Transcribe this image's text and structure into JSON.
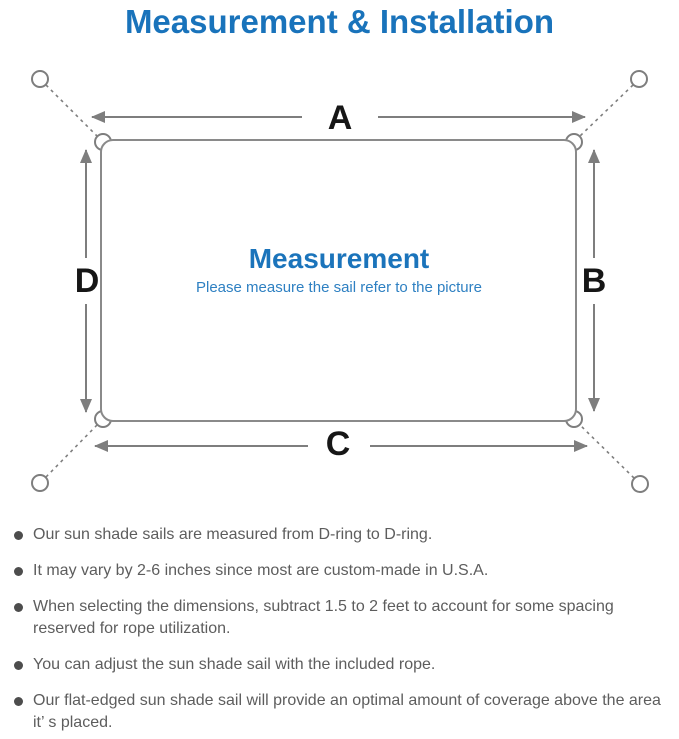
{
  "title": "Measurement & Installation",
  "diagram": {
    "labels": {
      "top": "A",
      "right": "B",
      "bottom": "C",
      "left": "D"
    },
    "center_heading": "Measurement",
    "center_subtitle": "Please measure the sail refer to the picture"
  },
  "notes": {
    "items": [
      "Our sun shade sails are measured from D-ring to D-ring.",
      "It may vary by 2-6 inches since most are custom-made in U.S.A.",
      "When selecting the dimensions, subtract 1.5 to 2 feet to account for some spacing reserved for rope utilization.",
      "You can adjust the sun shade sail with the included rope.",
      "Our flat-edged sun shade sail will provide an optimal amount of coverage above the area it’ s placed."
    ]
  },
  "colors": {
    "title_blue": "#1973bb",
    "center_heading_blue": "#1b74bb",
    "center_subtitle_blue": "#2e80c2",
    "diagram_line_gray": "#7e7e7e",
    "dimension_label_black": "#161616",
    "note_text_gray": "#5d5d5d",
    "bullet_gray": "#4d4d4d"
  }
}
